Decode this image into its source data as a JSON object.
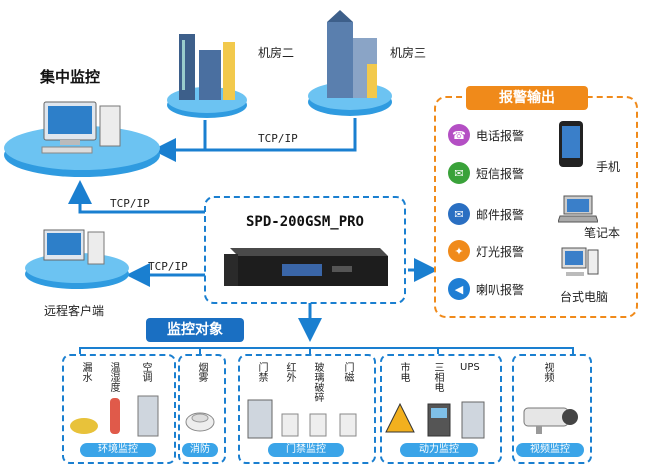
{
  "center": {
    "model": "SPD-200GSM_PRO"
  },
  "nodes": {
    "central": "集中监控",
    "room2": "机房二",
    "room3": "机房三",
    "remote": "远程客户端"
  },
  "links": {
    "tcp1": "TCP/IP",
    "tcp2": "TCP/IP",
    "tcp3": "TCP/IP"
  },
  "alarm": {
    "title": "报警输出",
    "items": [
      "电话报警",
      "短信报警",
      "邮件报警",
      "灯光报警",
      "喇叭报警"
    ],
    "devices": [
      "手机",
      "笔记本",
      "台式电脑"
    ]
  },
  "monitor": {
    "title": "监控对象",
    "groups": [
      {
        "label": "环境监控",
        "items": [
          "漏水",
          "温湿度",
          "空调"
        ]
      },
      {
        "label": "消防",
        "items": [
          "烟雾"
        ]
      },
      {
        "label": "门禁监控",
        "items": [
          "门禁",
          "红外",
          "玻璃破碎",
          "门磁"
        ]
      },
      {
        "label": "动力监控",
        "items": [
          "市电",
          "三相电",
          "UPS"
        ]
      },
      {
        "label": "视频监控",
        "items": [
          "视频"
        ]
      }
    ]
  },
  "colors": {
    "line": "#1a7fd0",
    "alarm_accent": "#f08a1a",
    "group_label": "#3aa4e8",
    "platform": "#2f9be0"
  }
}
